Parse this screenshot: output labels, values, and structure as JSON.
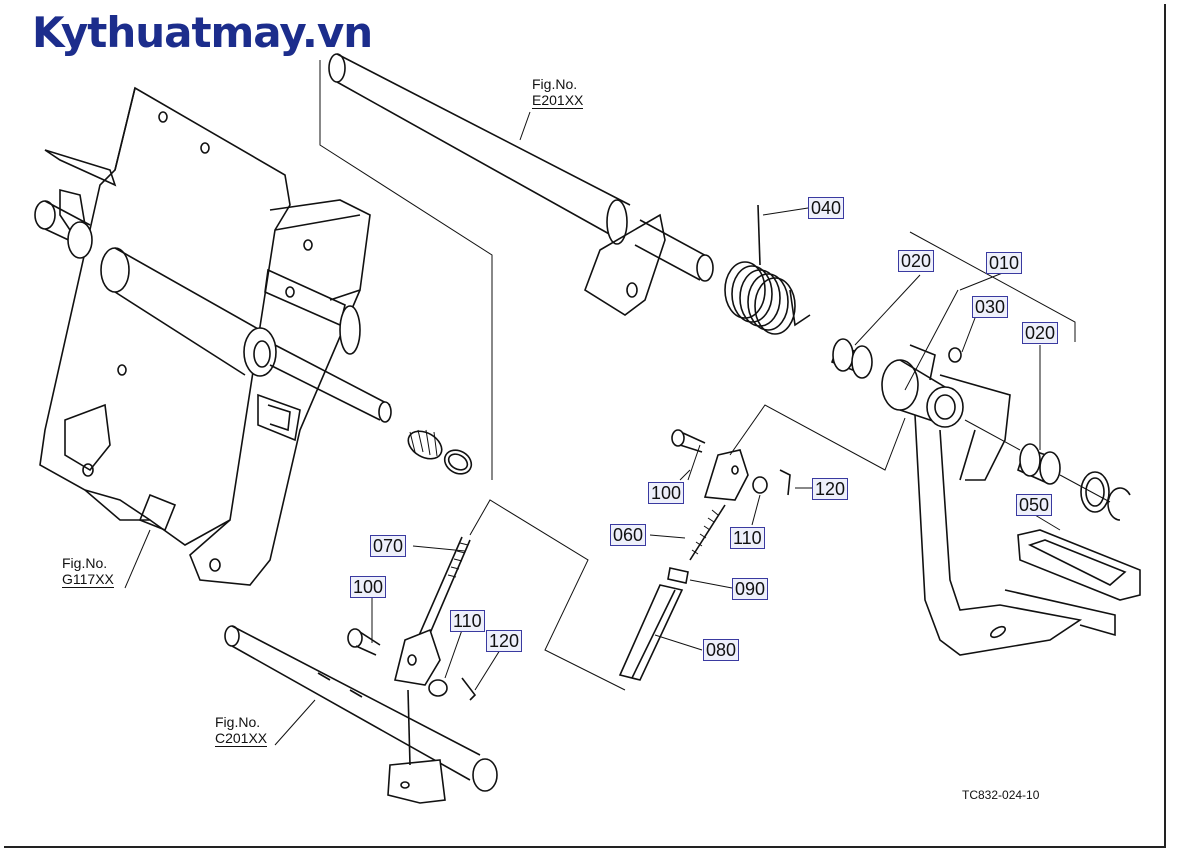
{
  "logo": "Kythuatmay.vn",
  "refs": {
    "e201": {
      "line1": "Fig.No.",
      "line2": "E201XX"
    },
    "g117": {
      "line1": "Fig.No.",
      "line2": "G117XX"
    },
    "c201": {
      "line1": "Fig.No.",
      "line2": "C201XX"
    }
  },
  "parts": {
    "p010": "010",
    "p020a": "020",
    "p020b": "020",
    "p030": "030",
    "p040": "040",
    "p050": "050",
    "p060": "060",
    "p070": "070",
    "p080": "080",
    "p090": "090",
    "p100a": "100",
    "p100b": "100",
    "p110a": "110",
    "p110b": "110",
    "p120a": "120",
    "p120b": "120"
  },
  "drawing_code": "TC832-024-10",
  "colors": {
    "logo": "#1c2d8c",
    "tag_border": "#3a3aa0"
  }
}
